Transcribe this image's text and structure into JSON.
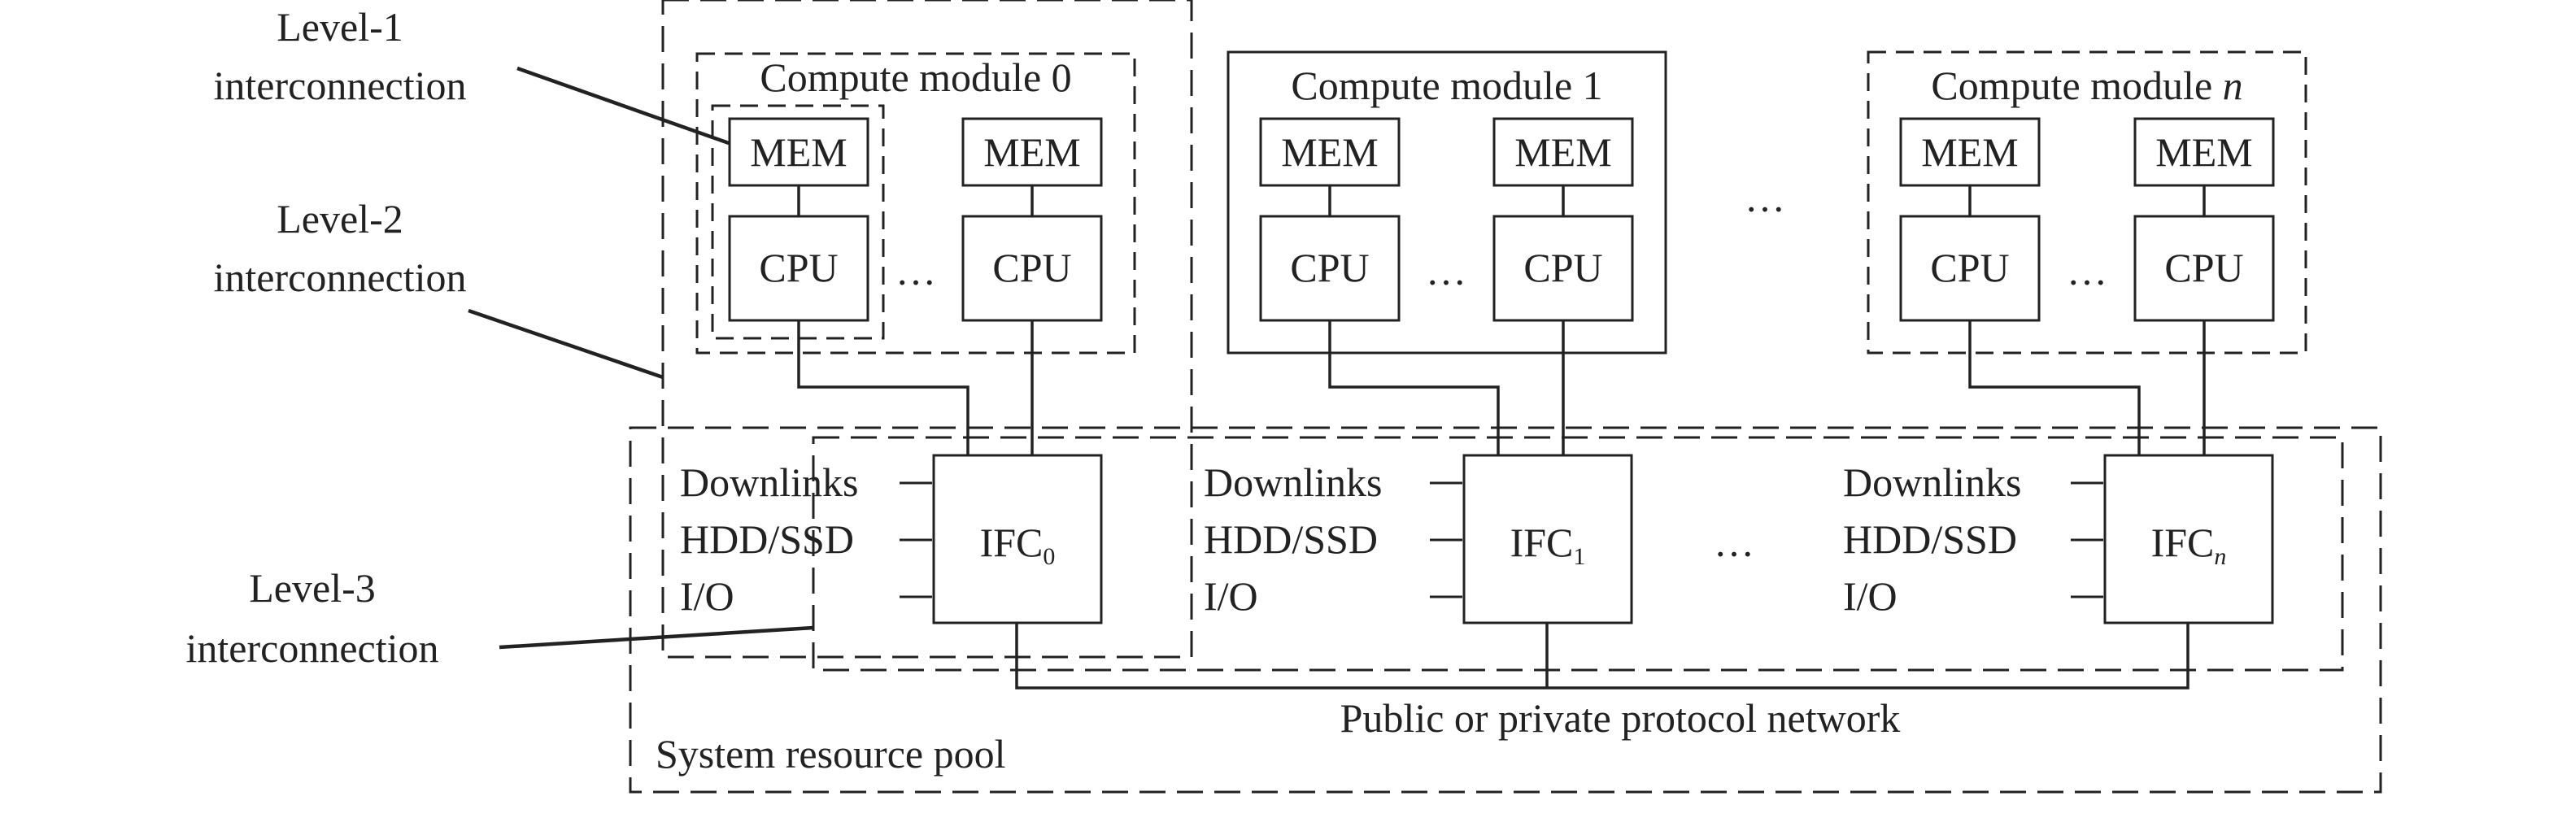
{
  "annotations": {
    "level1": [
      "Level-1",
      "interconnection"
    ],
    "level2": [
      "Level-2",
      "interconnection"
    ],
    "level3": [
      "Level-3",
      "interconnection"
    ]
  },
  "modules": [
    {
      "prefix": "Compute module ",
      "index": "0"
    },
    {
      "prefix": "Compute module ",
      "index": "1"
    },
    {
      "prefix": "Compute module ",
      "index": "n"
    }
  ],
  "mem_label": "MEM",
  "cpu_label": "CPU",
  "ellipsis": "…",
  "ifc": [
    {
      "base": "IFC",
      "sub": "0"
    },
    {
      "base": "IFC",
      "sub": "1"
    },
    {
      "base": "IFC",
      "sub": "n"
    }
  ],
  "ports": [
    "Downlinks",
    "HDD/SSD",
    "I/O"
  ],
  "network_label": "Public or private protocol network",
  "pool_label": "System resource pool"
}
